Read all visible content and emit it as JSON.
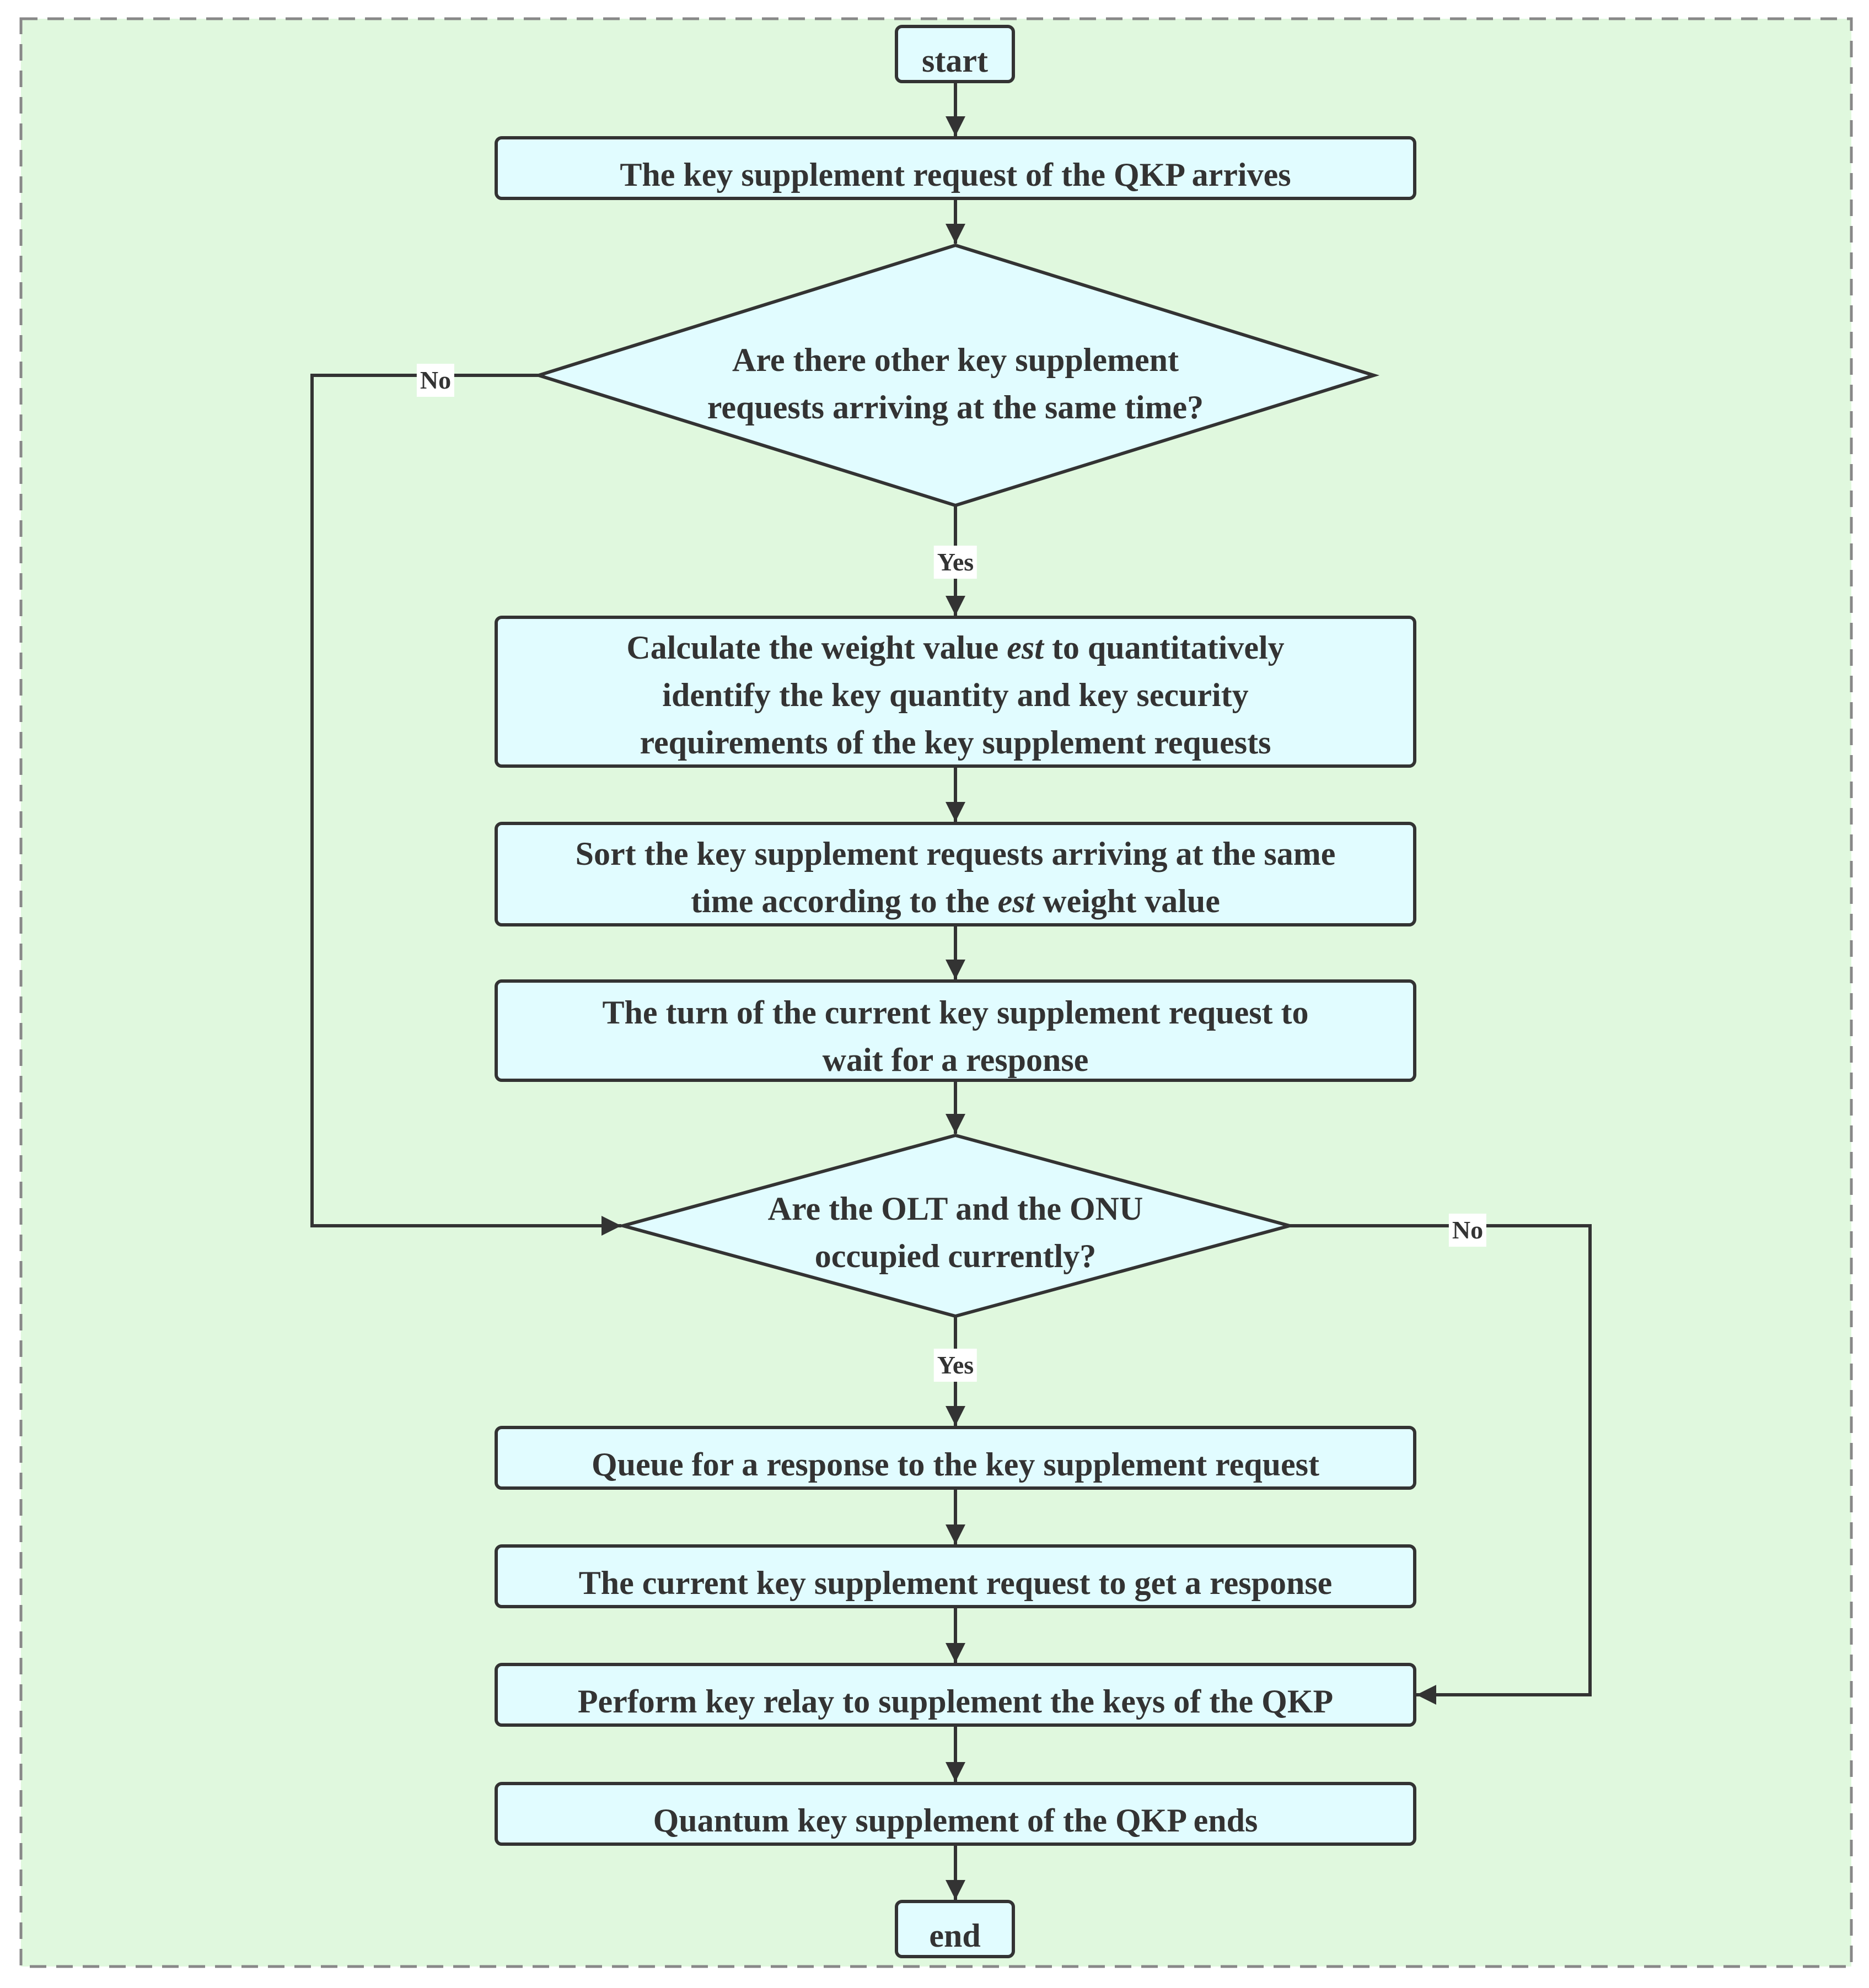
{
  "colors": {
    "background": "#e0f8de",
    "node_fill": "#e1fcff",
    "stroke": "#333333",
    "frame": "#888888"
  },
  "nodes": {
    "start": {
      "label": "start"
    },
    "arrives": {
      "label": "The key supplement request of the QKP arrives"
    },
    "decision_same_time": {
      "lines": [
        "Are there other key supplement",
        "requests arriving at the same time?"
      ]
    },
    "calculate": {
      "pre": "Calculate the weight value ",
      "em": "est",
      "post": " to quantitatively",
      "line2": "identify the key quantity and key security",
      "line3": "requirements of the key supplement requests"
    },
    "sort": {
      "line1": "Sort the key supplement requests arriving at the same",
      "pre": "time according to the ",
      "em": "est",
      "post": " weight value"
    },
    "turn": {
      "lines": [
        "The turn of the current key supplement request to",
        "wait for a response"
      ]
    },
    "decision_occupied": {
      "lines": [
        "Are the OLT and the ONU",
        "occupied currently?"
      ]
    },
    "queue": {
      "label": "Queue for a response to the key supplement request"
    },
    "get_response": {
      "label": "The current key supplement request to get a response"
    },
    "relay": {
      "label": "Perform key relay to supplement the keys of the QKP"
    },
    "ends": {
      "label": "Quantum key supplement of the QKP ends"
    },
    "end": {
      "label": "end"
    }
  },
  "edge_labels": {
    "same_time_no": "No",
    "same_time_yes": "Yes",
    "occupied_no": "No",
    "occupied_yes": "Yes"
  }
}
